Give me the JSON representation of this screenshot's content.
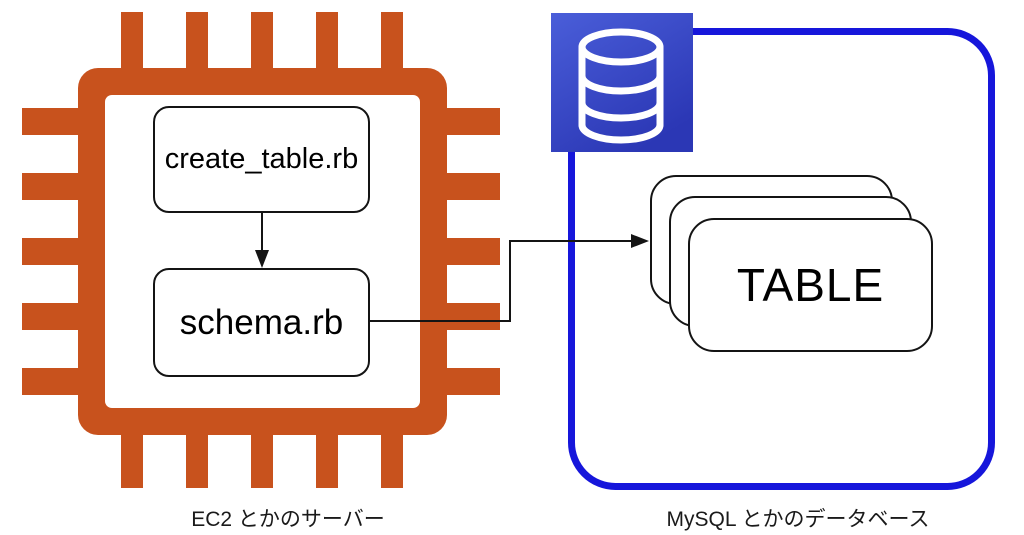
{
  "nodes": {
    "create_table": "create_table.rb",
    "schema": "schema.rb",
    "table": "TABLE"
  },
  "captions": {
    "server": "EC2 とかのサーバー",
    "database": "MySQL とかのデータベース"
  },
  "edges": [
    {
      "from": "create_table.rb",
      "to": "schema.rb",
      "style": "straight-down-arrow"
    },
    {
      "from": "schema.rb",
      "to": "TABLE",
      "style": "orthogonal-elbow-arrow"
    }
  ],
  "icons": {
    "server_chip": "cpu-chip-icon",
    "database": "database-cylinder-icon"
  },
  "colors": {
    "chip_orange": "#C8521D",
    "zone_border_blue": "#1616DB",
    "db_icon_gradient_top": "#4A5ED9",
    "db_icon_gradient_bottom": "#2B37B5",
    "line_black": "#141414",
    "background": "#FFFFFF"
  },
  "table_stack_count": 3
}
